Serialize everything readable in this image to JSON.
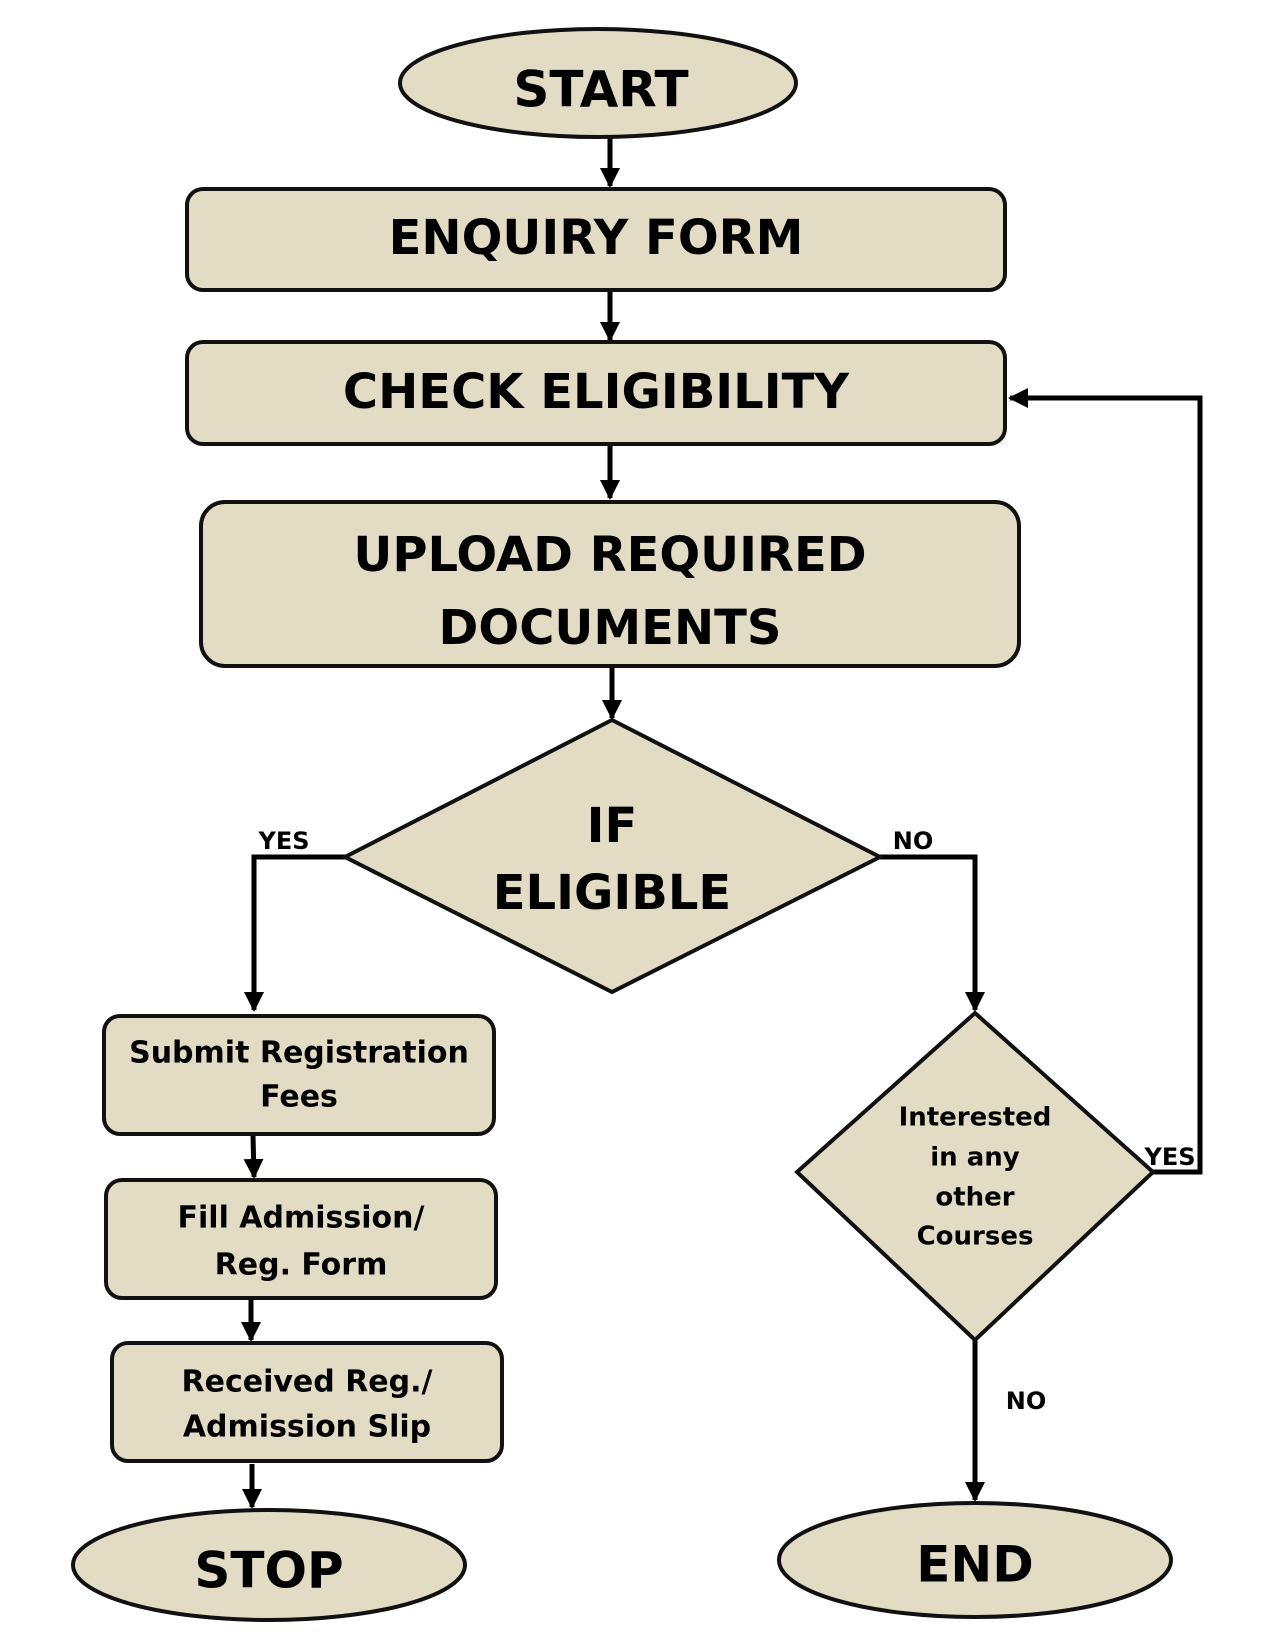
{
  "nodes": {
    "start": "START",
    "enquiry_form": "ENQUIRY FORM",
    "check_eligibility": "CHECK ELIGIBILITY",
    "upload_documents": [
      "UPLOAD REQUIRED",
      "DOCUMENTS"
    ],
    "if_eligible": [
      "IF",
      "ELIGIBLE"
    ],
    "submit_fees": [
      "Submit Registration",
      "Fees"
    ],
    "fill_form": [
      "Fill Admission/",
      "Reg. Form"
    ],
    "received_slip": [
      "Received Reg./",
      "Admission Slip"
    ],
    "stop": "STOP",
    "interested": [
      "Interested",
      "in any",
      "other",
      "Courses"
    ],
    "end": "END"
  },
  "edge_labels": {
    "eligible_yes": "YES",
    "eligible_no": "NO",
    "interested_yes": "YES",
    "interested_no": "NO"
  },
  "colors": {
    "shape_fill": "#e3dcc4",
    "stroke": "#111111",
    "text": "#000000"
  }
}
